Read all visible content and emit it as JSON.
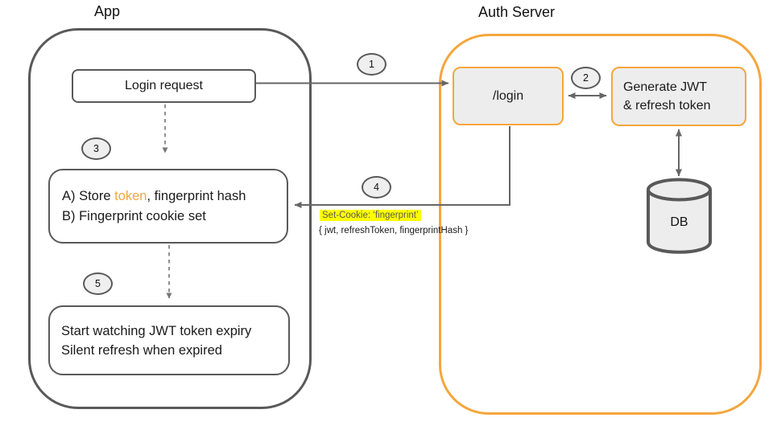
{
  "colors": {
    "container_gray": "#595959",
    "container_orange": "#F5A63C",
    "node_fill_gray": "#EDEDED",
    "arrow_gray": "#666666",
    "highlight_yellow": "#FFFF00",
    "token_orange": "#F5A63C"
  },
  "app": {
    "title": "App",
    "login_request_label": "Login request",
    "store_box": {
      "line_a_prefix": "A) Store ",
      "line_a_highlight": "token",
      "line_a_suffix": ", fingerprint hash",
      "line_b": "B) Fingerprint cookie set"
    },
    "watch_box": {
      "line_1": "Start watching JWT token expiry",
      "line_2": "Silent refresh when expired"
    }
  },
  "auth_server": {
    "title": "Auth Server",
    "login_endpoint_label": "/login",
    "generate_box": {
      "line_1": "Generate JWT",
      "line_2": "& refresh token"
    },
    "db_label": "DB"
  },
  "steps": [
    "1",
    "2",
    "3",
    "4",
    "5"
  ],
  "annotations": {
    "set_cookie": "Set-Cookie: ‘fingerprint’",
    "response_payload": "{ jwt, refreshToken, fingerprintHash }"
  }
}
